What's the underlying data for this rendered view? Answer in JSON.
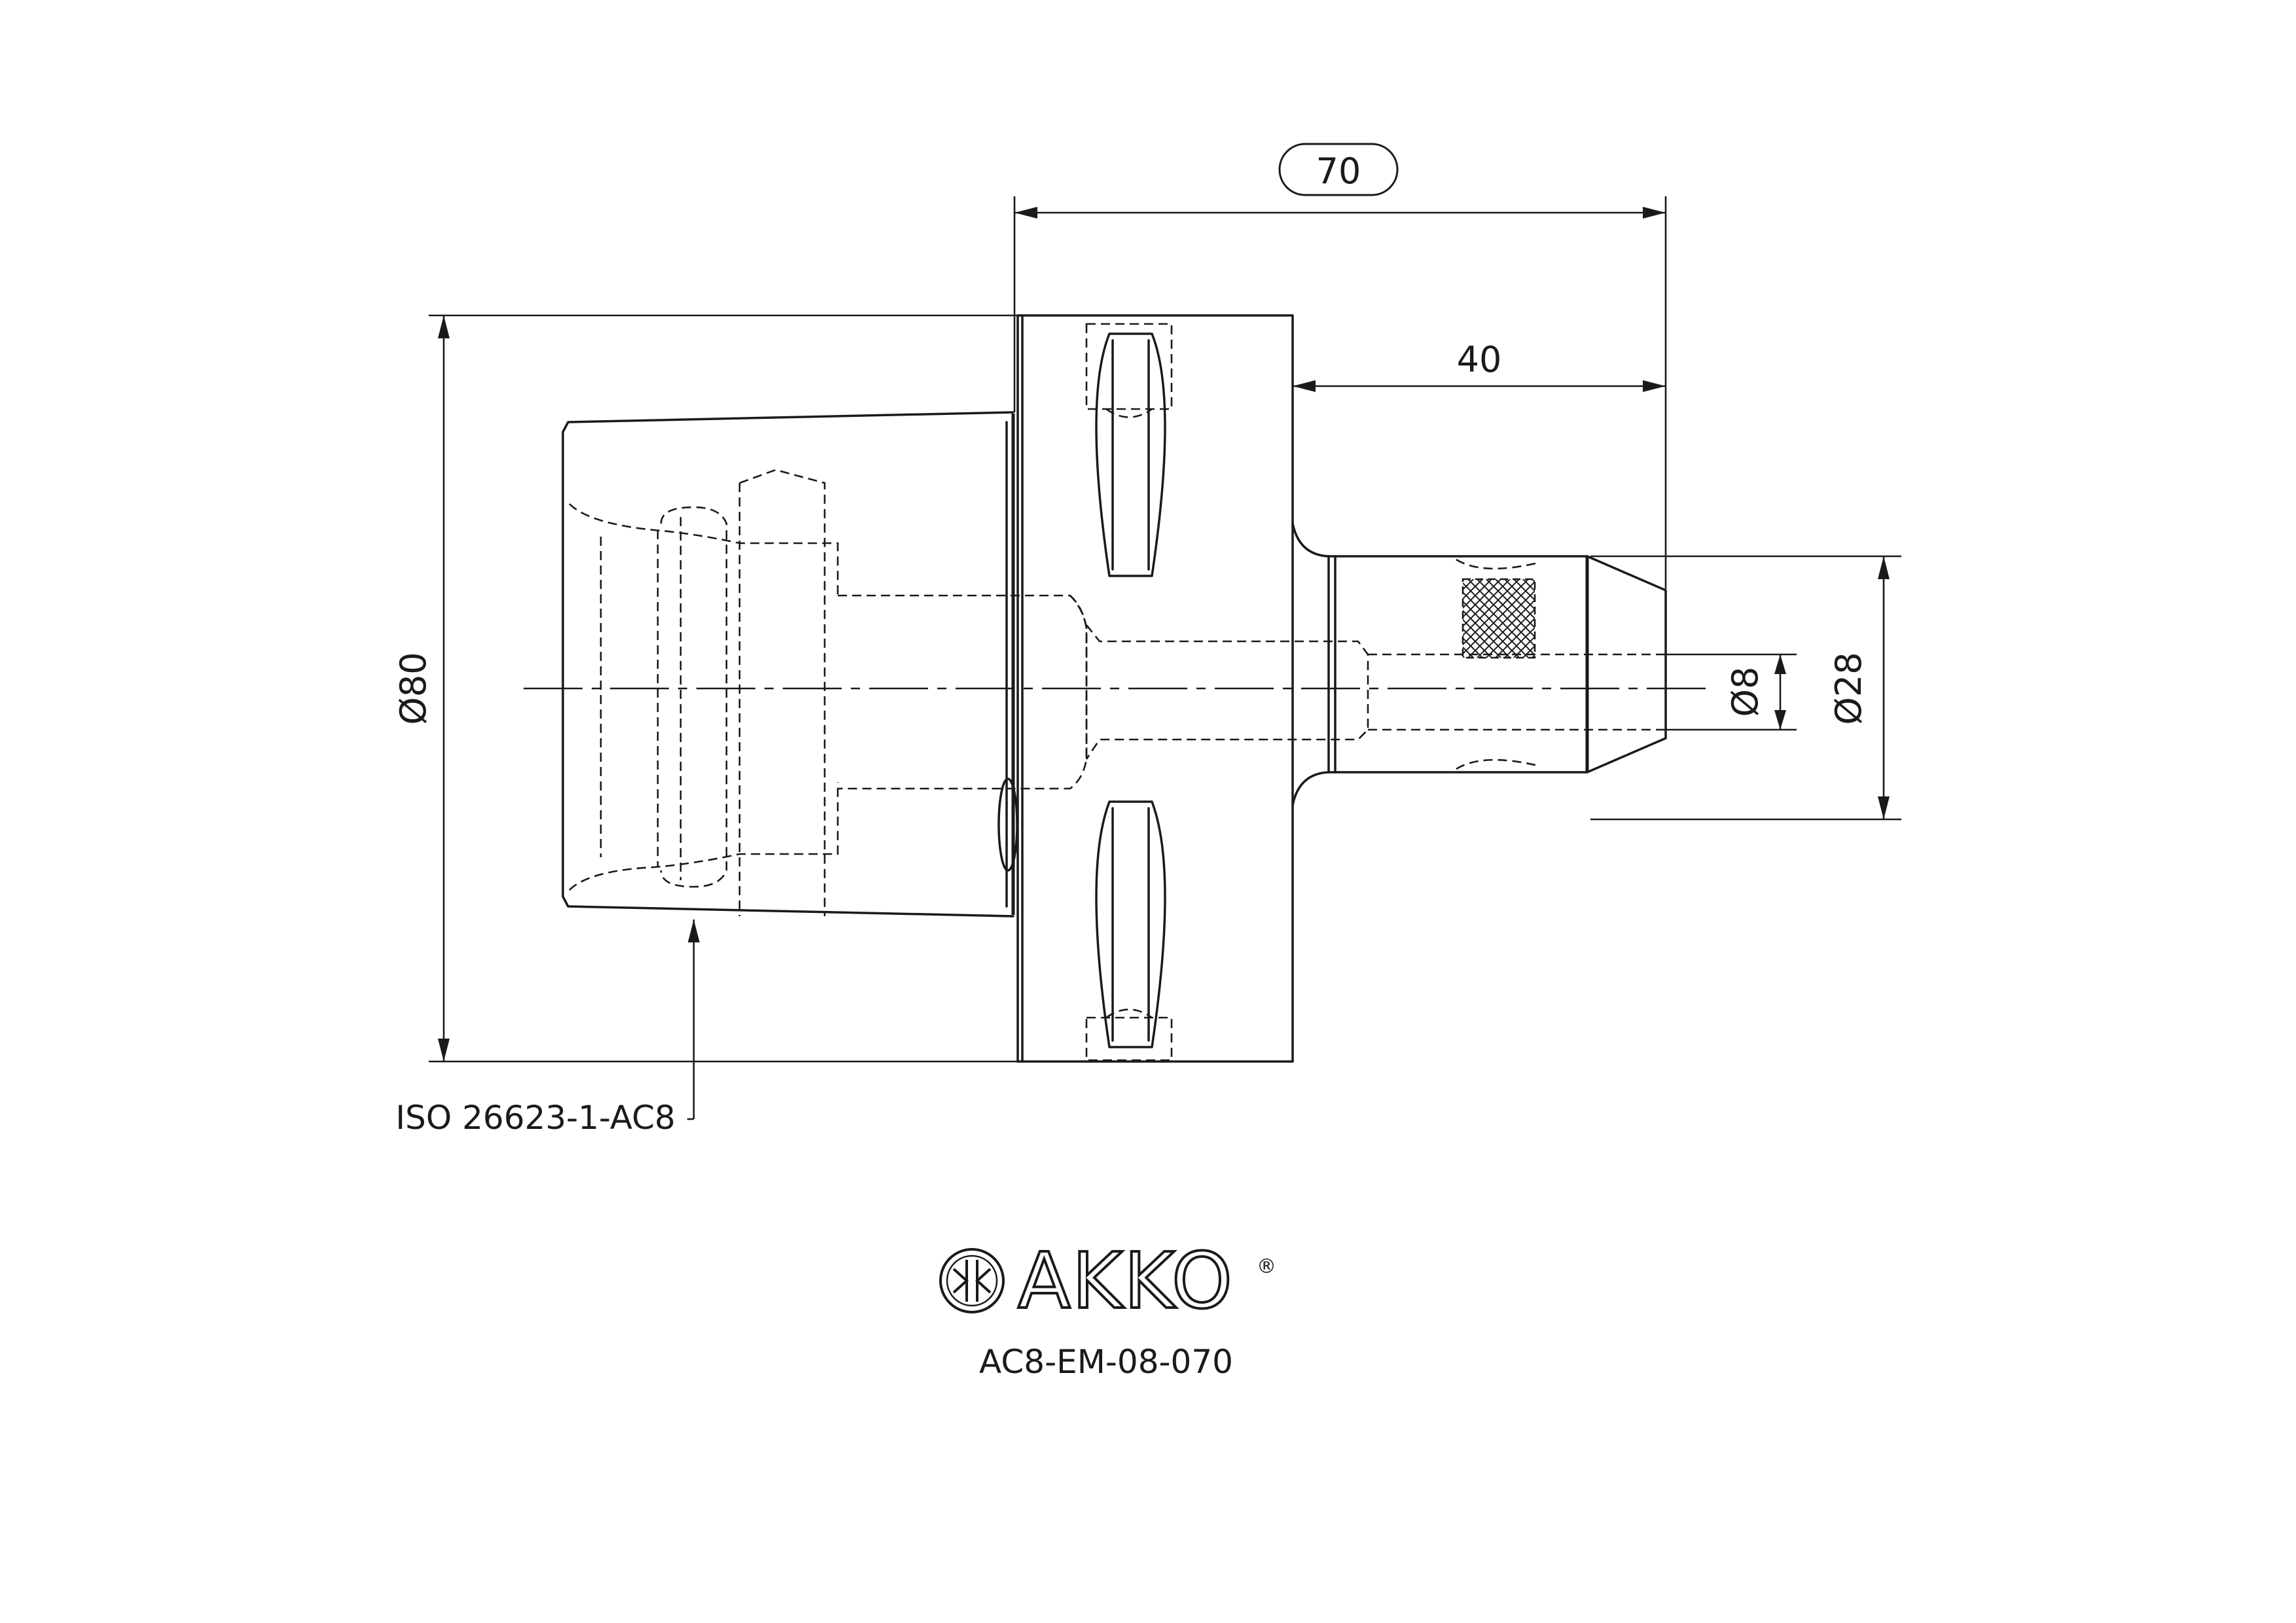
{
  "dimensions": {
    "overall_length": "70",
    "projection_length": "40",
    "body_diameter": "Ø80",
    "bore_diameter": "Ø8",
    "nose_diameter": "Ø28"
  },
  "callout": {
    "interface_standard": "ISO 26623-1-AC8"
  },
  "brand": {
    "name": "AKKO",
    "registered_mark": "®"
  },
  "part_number": "AC8-EM-08-070",
  "icons": {
    "logo": "akko-logo-icon"
  },
  "colors": {
    "line": "#1a1a1a",
    "background": "#ffffff"
  }
}
